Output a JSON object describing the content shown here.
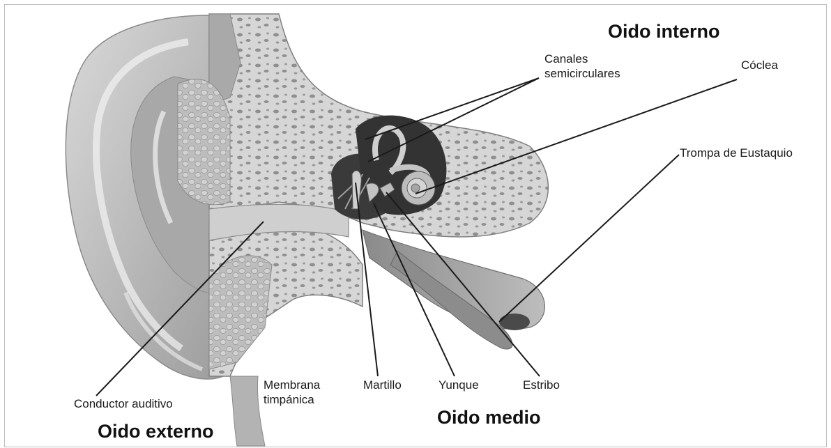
{
  "sections": {
    "inner": "Oido interno",
    "middle": "Oido medio",
    "outer": "Oido externo"
  },
  "labels": {
    "canals_line1": "Canales",
    "canals_line2": "semicirculares",
    "cochlea": "Cóclea",
    "eustachian": "Trompa de Eustaquio",
    "auditory_canal": "Conductor auditivo",
    "membrane_line1": "Membrana",
    "membrane_line2": "timpánica",
    "hammer": "Martillo",
    "anvil": "Yunque",
    "stirrup": "Estribo"
  },
  "colors": {
    "leader_line": "#1a1a1a",
    "bone": "#cfcfcf",
    "skin": "#b9b9b9",
    "dark_cavity": "#3a3a3a"
  }
}
